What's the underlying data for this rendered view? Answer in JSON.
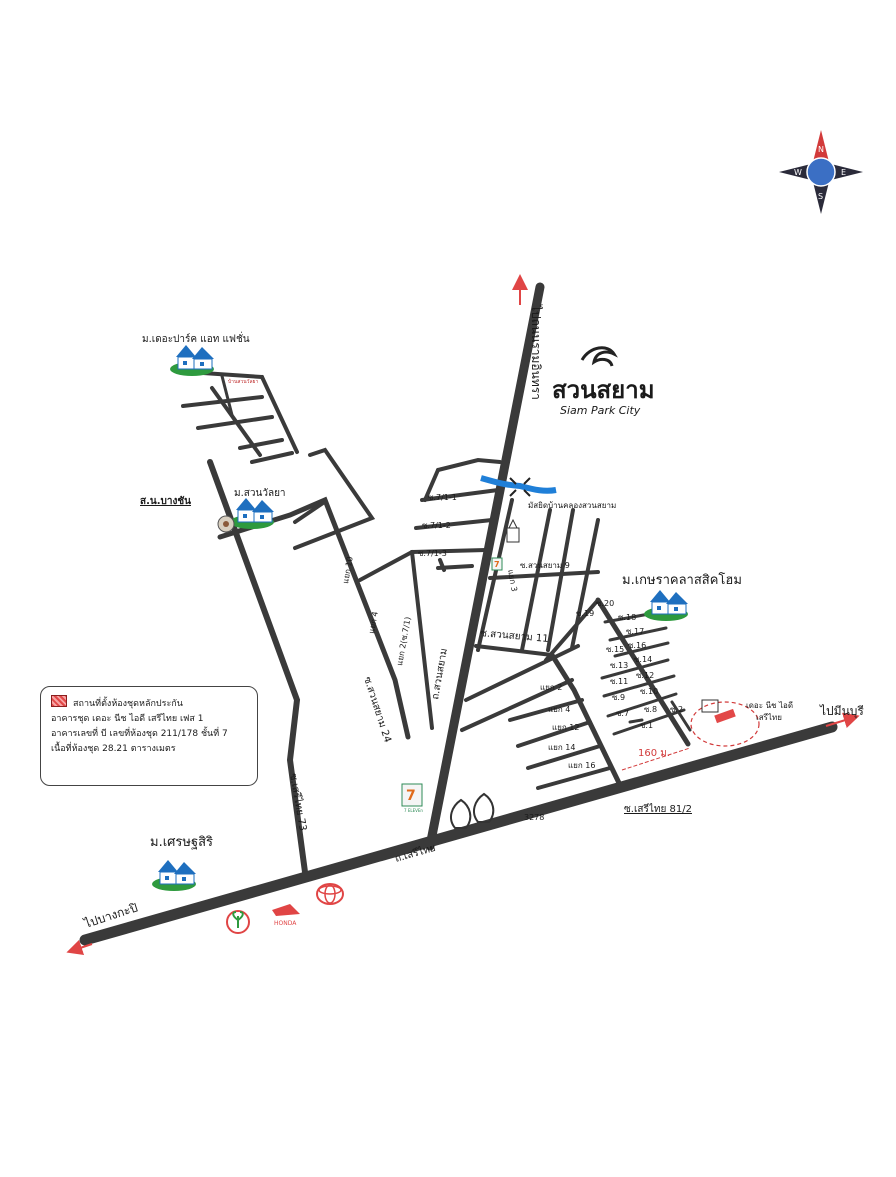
{
  "brand": {
    "name_th": "สวนสยาม",
    "name_en": "Siam Park City",
    "color": "#222222"
  },
  "colors": {
    "road": "#3a3a3a",
    "canal": "#1f7fd8",
    "arrow": "#e04545",
    "plot": "#e24848",
    "compass_red": "#d23a3a",
    "compass_dark": "#2b2b3a",
    "globe": "#3b6fc4",
    "house_roof": "#1e6fbf",
    "house_grass": "#2e9a3e"
  },
  "compass": {
    "north": "N",
    "south": "S",
    "east": "E",
    "west": "W"
  },
  "directions": {
    "north": "ไปถนนรามอินทรา",
    "east": "ไปมีนบุรี",
    "west": "ไปบางกะปิ"
  },
  "villages": {
    "park_fashion": "ม.เดอะปาร์ค แอท แฟชั่น",
    "suan_walai": "ม.สวนวัลยา",
    "kaset": "ม.เกษราคลาสสิคโฮม",
    "setthasiri": "ม.เศรษฐสิริ"
  },
  "roads": {
    "suan_siam": "ถ.สวนสยาม",
    "seri_thai": "ถ.เสรีไทย",
    "seri_thai_73": "ซ.เสรีไทย 73",
    "seri_thai_81_2": "ซ.เสรีไทย 81/2",
    "suan_siam_24": "ซ.สวนสยาม 24",
    "suan_siam_11": "ซ.สวนสยาม 11",
    "suan_siam_9": "ซ.สวนสยาม 9",
    "highway_no": "3278",
    "distance": "160 ม.",
    "police": "ส.น.บางชัน",
    "mosque": "มัสยิดบ้านคลองสวนสยาม",
    "shop_7": "7 ELEVEn",
    "side_left": [
      "ซ.7/1-1",
      "ซ.7/1-2",
      "ซ.7/1-3",
      "แยก 10",
      "แยก 4",
      "แยก 2(ซ.7/1)"
    ],
    "side_center": [
      "แยก 2",
      "แยก 4",
      "แยก 12",
      "แยก 14",
      "แยก 16",
      "แยก 3"
    ],
    "side_right": [
      "ซ.20",
      "ซ.19",
      "ซ.18",
      "ซ.17",
      "ซ.16",
      "ซ.15",
      "ซ.14",
      "ซ.13",
      "ซ.12",
      "ซ.11",
      "ซ.10",
      "ซ.9",
      "ซ.8",
      "ซ.7",
      "ซ.2",
      "ซ.1"
    ],
    "small_sign": "บ้านสวนวัลยา"
  },
  "plot_label": [
    "เดอะ นีช ไอดี",
    "เสรีไทย"
  ],
  "legend": {
    "line1": "สถานที่ตั้งห้องชุดหลักประกัน",
    "line2": "อาคารชุด เดอะ นีช ไอดี เสรีไทย เฟส 1",
    "line3": "อาคารเลขที่ บี เลขที่ห้องชุด 211/178 ชั้นที่ 7",
    "line4": "เนื้อที่ห้องชุด 28.21 ตารางเมตร"
  },
  "brands": [
    "HONDA"
  ]
}
